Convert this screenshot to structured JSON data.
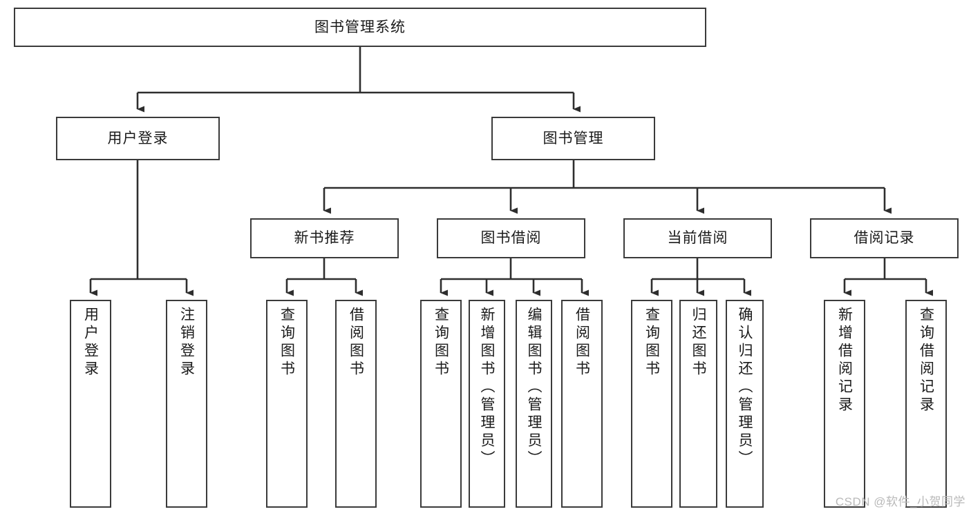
{
  "diagram": {
    "title": "图书管理系统",
    "type": "hierarchy-tree",
    "root": {
      "label": "图书管理系统"
    },
    "level1": [
      {
        "label": "用户登录"
      },
      {
        "label": "图书管理"
      }
    ],
    "level2": [
      {
        "label": "新书推荐"
      },
      {
        "label": "图书借阅"
      },
      {
        "label": "当前借阅"
      },
      {
        "label": "借阅记录"
      }
    ],
    "leaves": {
      "user_login": [
        {
          "label": "用户登录"
        },
        {
          "label": "注销登录"
        }
      ],
      "new_book_recommend": [
        {
          "label": "查询图书"
        },
        {
          "label": "借阅图书"
        }
      ],
      "book_borrow": [
        {
          "label": "查询图书"
        },
        {
          "label": "新增图书（管理员）"
        },
        {
          "label": "编辑图书（管理员）"
        },
        {
          "label": "借阅图书"
        }
      ],
      "current_borrow": [
        {
          "label": "查询图书"
        },
        {
          "label": "归还图书"
        },
        {
          "label": "确认归还（管理员）"
        }
      ],
      "borrow_record": [
        {
          "label": "新增借阅记录"
        },
        {
          "label": "查询借阅记录"
        }
      ]
    }
  },
  "watermark": {
    "text": "CSDN @软件_小贺同学"
  },
  "colors": {
    "border": "#3a3a3a",
    "background": "#ffffff",
    "text": "#1a1a1a",
    "watermark": "#b9b9b9"
  }
}
